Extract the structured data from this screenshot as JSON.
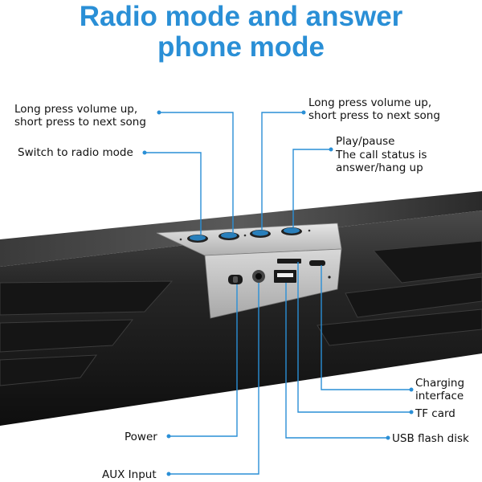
{
  "title": {
    "line1": "Radio mode and answer",
    "line2": "phone mode"
  },
  "callouts": {
    "vol_up_left_1": "Long press volume up,",
    "vol_up_left_2": "short press to next song",
    "radio_mode": "Switch to radio mode",
    "vol_up_right_1": "Long press volume up,",
    "vol_up_right_2": "short press to next song",
    "play_pause_1": "Play/pause",
    "play_pause_2": "The call status is",
    "play_pause_3": "answer/hang up",
    "charging_1": "Charging",
    "charging_2": "interface",
    "tf_card": "TF card",
    "usb": "USB flash disk",
    "power": "Power",
    "aux": "AUX Input"
  },
  "colors": {
    "accent": "#2a8fd6",
    "body": "#1c1c1c",
    "panel": "#c8c8c8"
  }
}
